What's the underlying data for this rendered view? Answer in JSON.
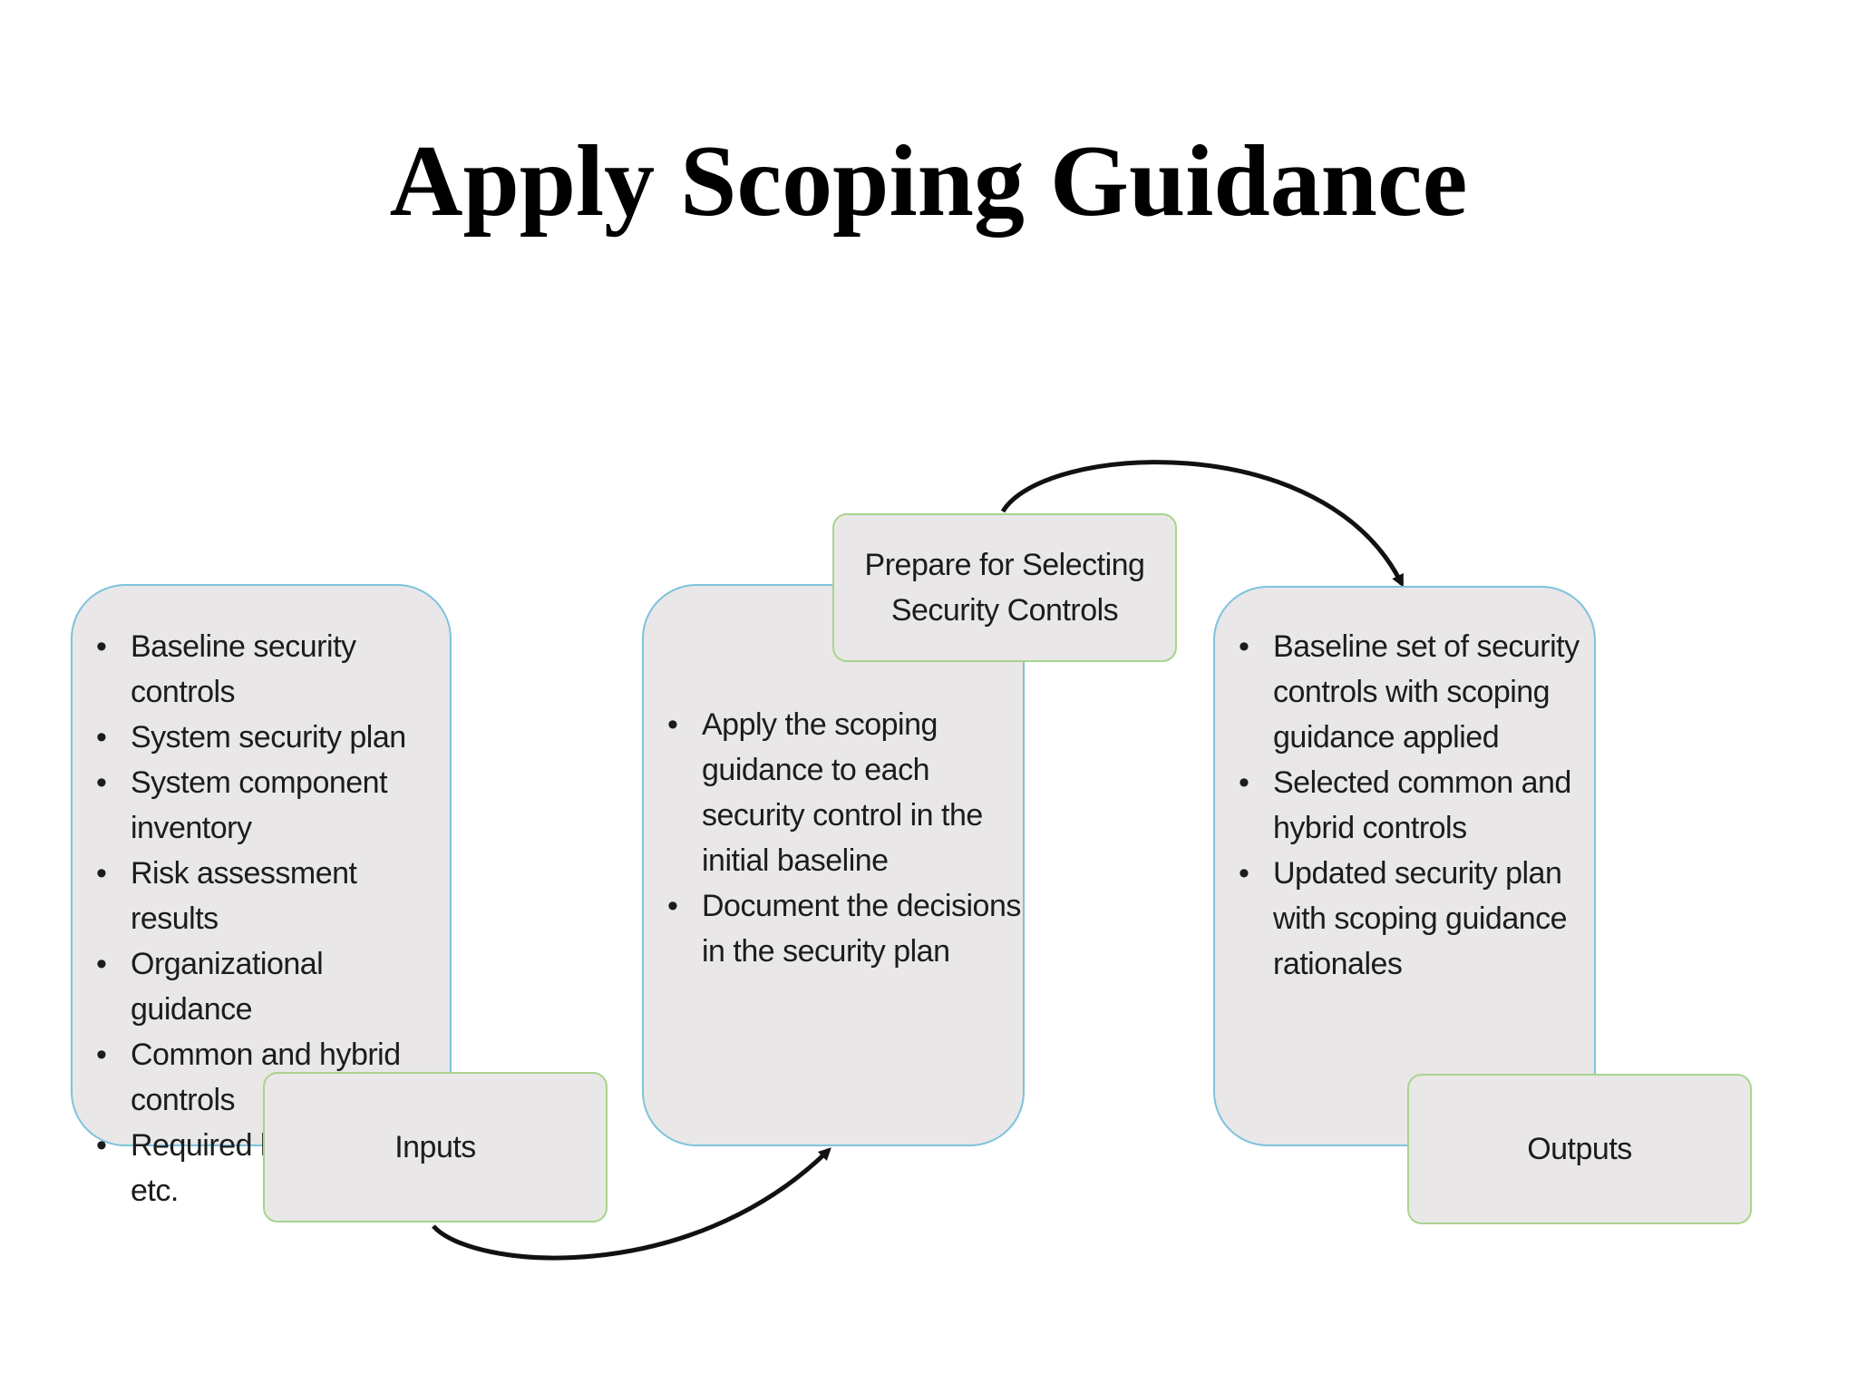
{
  "slide": {
    "title": "Apply Scoping Guidance"
  },
  "colors": {
    "panel_fill": "#e9e7e8",
    "panel_border": "#7ec3dc",
    "tag_border": "#a9d48c",
    "arrow": "#111111",
    "text": "#1c1c1c"
  },
  "inputs_panel": {
    "items": [
      "Baseline security controls",
      "System security plan",
      "System component inventory",
      "Risk assessment results",
      "Organizational guidance",
      "Common and hybrid controls",
      "Required legislation, etc."
    ],
    "tag": "Inputs"
  },
  "process_panel": {
    "items": [
      "Apply the scoping guidance to each security control in the initial baseline",
      "Document the decisions in the security plan"
    ],
    "tag": "Prepare for Selecting Security Controls"
  },
  "outputs_panel": {
    "items": [
      "Baseline set of security controls with scoping guidance applied",
      "Selected common and hybrid controls",
      "Updated security plan with scoping guidance rationales"
    ],
    "tag": "Outputs"
  },
  "connectors": [
    {
      "from": "Inputs",
      "to": "process_panel",
      "style": "curved-arrow"
    },
    {
      "from": "Prepare for Selecting Security Controls",
      "to": "outputs_panel",
      "style": "curved-arrow"
    }
  ]
}
